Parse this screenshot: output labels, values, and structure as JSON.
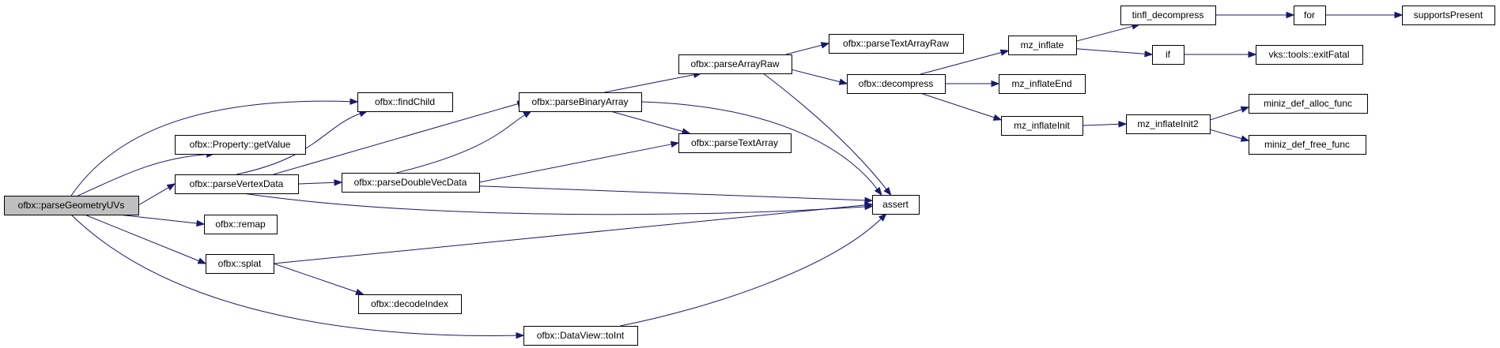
{
  "diagram": {
    "kind": "call-graph",
    "colors": {
      "edge": "#191970",
      "node_border": "#000000",
      "root_fill": "#bfbfbf",
      "node_fill": "#ffffff",
      "background": "#ffffff"
    },
    "nodes": [
      {
        "id": "root",
        "label": "ofbx::parseGeometryUVs"
      },
      {
        "id": "findChild",
        "label": "ofbx::findChild"
      },
      {
        "id": "getValue",
        "label": "ofbx::Property::getValue"
      },
      {
        "id": "parseVertexData",
        "label": "ofbx::parseVertexData"
      },
      {
        "id": "remap",
        "label": "ofbx::remap"
      },
      {
        "id": "splat",
        "label": "ofbx::splat"
      },
      {
        "id": "decodeIndex",
        "label": "ofbx::decodeIndex"
      },
      {
        "id": "toInt",
        "label": "ofbx::DataView::toInt"
      },
      {
        "id": "parseBinaryArray",
        "label": "ofbx::parseBinaryArray"
      },
      {
        "id": "parseDoubleVecData",
        "label": "ofbx::parseDoubleVecData"
      },
      {
        "id": "parseArrayRaw",
        "label": "ofbx::parseArrayRaw"
      },
      {
        "id": "parseTextArray",
        "label": "ofbx::parseTextArray"
      },
      {
        "id": "parseTextArrayRaw",
        "label": "ofbx::parseTextArrayRaw"
      },
      {
        "id": "decompress",
        "label": "ofbx::decompress"
      },
      {
        "id": "assert",
        "label": "assert"
      },
      {
        "id": "mz_inflate",
        "label": "mz_inflate"
      },
      {
        "id": "mz_inflateEnd",
        "label": "mz_inflateEnd"
      },
      {
        "id": "mz_inflateInit",
        "label": "mz_inflateInit"
      },
      {
        "id": "tinfl_decompress",
        "label": "tinfl_decompress"
      },
      {
        "id": "if",
        "label": "if"
      },
      {
        "id": "mz_inflateInit2",
        "label": "mz_inflateInit2"
      },
      {
        "id": "for",
        "label": "for"
      },
      {
        "id": "exitFatal",
        "label": "vks::tools::exitFatal"
      },
      {
        "id": "supportsPresent",
        "label": "supportsPresent"
      },
      {
        "id": "alloc_func",
        "label": "miniz_def_alloc_func"
      },
      {
        "id": "free_func",
        "label": "miniz_def_free_func"
      }
    ],
    "edges": [
      {
        "from": "root",
        "to": "findChild"
      },
      {
        "from": "root",
        "to": "getValue"
      },
      {
        "from": "root",
        "to": "parseVertexData"
      },
      {
        "from": "root",
        "to": "remap"
      },
      {
        "from": "root",
        "to": "splat"
      },
      {
        "from": "root",
        "to": "toInt"
      },
      {
        "from": "parseVertexData",
        "to": "findChild"
      },
      {
        "from": "parseVertexData",
        "to": "parseBinaryArray"
      },
      {
        "from": "parseVertexData",
        "to": "parseDoubleVecData"
      },
      {
        "from": "parseVertexData",
        "to": "assert"
      },
      {
        "from": "splat",
        "to": "decodeIndex"
      },
      {
        "from": "splat",
        "to": "assert"
      },
      {
        "from": "toInt",
        "to": "assert"
      },
      {
        "from": "parseDoubleVecData",
        "to": "parseBinaryArray"
      },
      {
        "from": "parseDoubleVecData",
        "to": "parseTextArray"
      },
      {
        "from": "parseDoubleVecData",
        "to": "assert"
      },
      {
        "from": "parseBinaryArray",
        "to": "parseArrayRaw"
      },
      {
        "from": "parseBinaryArray",
        "to": "parseTextArray"
      },
      {
        "from": "parseBinaryArray",
        "to": "assert"
      },
      {
        "from": "parseArrayRaw",
        "to": "parseTextArrayRaw"
      },
      {
        "from": "parseArrayRaw",
        "to": "decompress"
      },
      {
        "from": "parseArrayRaw",
        "to": "assert"
      },
      {
        "from": "decompress",
        "to": "mz_inflate"
      },
      {
        "from": "decompress",
        "to": "mz_inflateEnd"
      },
      {
        "from": "decompress",
        "to": "mz_inflateInit"
      },
      {
        "from": "mz_inflate",
        "to": "tinfl_decompress"
      },
      {
        "from": "mz_inflate",
        "to": "if"
      },
      {
        "from": "tinfl_decompress",
        "to": "for"
      },
      {
        "from": "for",
        "to": "supportsPresent"
      },
      {
        "from": "if",
        "to": "exitFatal"
      },
      {
        "from": "mz_inflateInit",
        "to": "mz_inflateInit2"
      },
      {
        "from": "mz_inflateInit2",
        "to": "alloc_func"
      },
      {
        "from": "mz_inflateInit2",
        "to": "free_func"
      }
    ]
  }
}
